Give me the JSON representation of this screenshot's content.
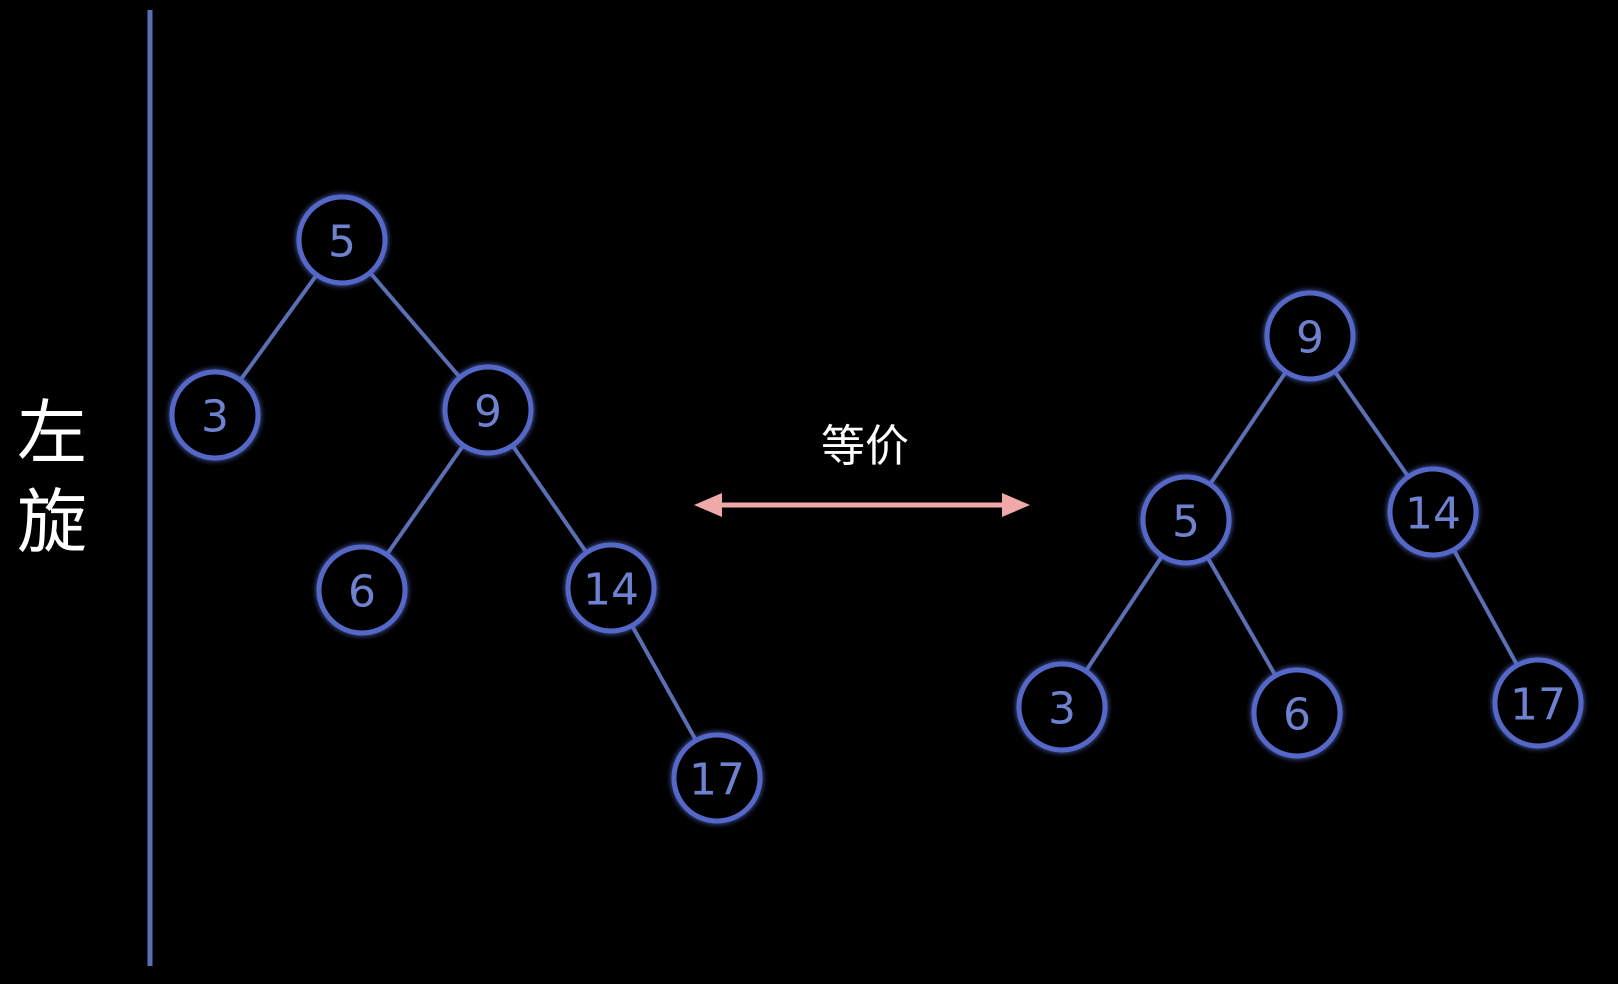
{
  "side_title": [
    "左",
    "旋"
  ],
  "relation_label": "等价",
  "colors": {
    "background": "#000000",
    "node_stroke": "#5568c8",
    "node_text": "#6f82cf",
    "edge": "#5a6fb4",
    "divider": "#5a6fb4",
    "arrow": "#f0a8a8",
    "label_text": "#ffffff"
  },
  "trees": [
    {
      "name": "before",
      "nodes": [
        "5",
        "3",
        "9",
        "6",
        "14",
        "17"
      ],
      "edges": [
        [
          "5",
          "3"
        ],
        [
          "5",
          "9"
        ],
        [
          "9",
          "6"
        ],
        [
          "9",
          "14"
        ],
        [
          "14",
          "17"
        ]
      ]
    },
    {
      "name": "after",
      "nodes": [
        "9",
        "5",
        "14",
        "3",
        "6",
        "17"
      ],
      "edges": [
        [
          "9",
          "5"
        ],
        [
          "9",
          "14"
        ],
        [
          "5",
          "3"
        ],
        [
          "5",
          "6"
        ],
        [
          "14",
          "17"
        ]
      ]
    }
  ]
}
